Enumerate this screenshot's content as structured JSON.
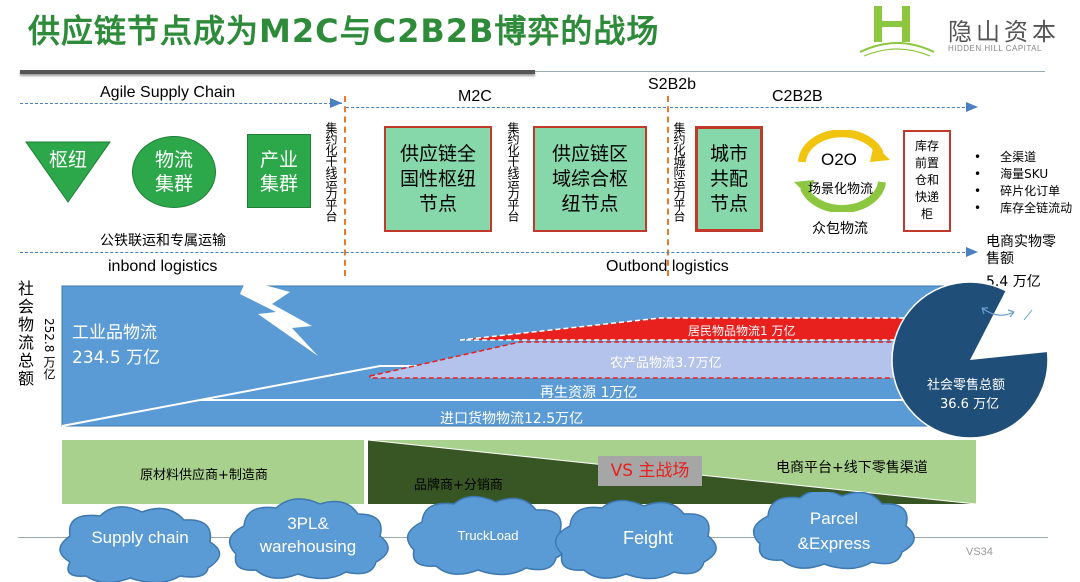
{
  "title": "供应链节点成为M2C与C2B2B博弈的战场",
  "logo": {
    "cn": "隐山资本",
    "en": "HIDDEN HILL CAPITAL"
  },
  "sections": {
    "agile": "Agile Supply Chain",
    "m2c": "M2C",
    "s2b2b": "S2B2b",
    "c2b2b": "C2B2B"
  },
  "nodes": {
    "hub": "枢纽",
    "cluster": "物流集群",
    "industry": "产业集群",
    "trunk1": "集约化干线运力平台",
    "national_hub": "供应链全国性枢纽节点",
    "trunk2": "集约化干线运力平台",
    "regional_hub": "供应链区域综合枢纽节点",
    "intercity": "集约化城际运力平台",
    "city_dist": "城市共配节点",
    "o2o": "O2O",
    "scene": "场景化物流",
    "crowd": "众包物流",
    "locker": "库存前置仓和快递柜"
  },
  "rail_road": "公铁联运和专属运输",
  "inbound": "inbond logistics",
  "outbound": "Outbond logistics",
  "bullets": [
    "全渠道",
    "海量SKU",
    "碎片化订单",
    "库存全链流动"
  ],
  "ecommerce": "电商实物零售额",
  "ecommerce_value": "5.4 万亿",
  "total_label": "社会物流总额",
  "total_value": "252.8 万亿",
  "industrial": "工业品物流",
  "industrial_value": "234.5 万亿",
  "flows": {
    "resident": "居民物品物流1 万亿",
    "agri": "农产品物流3.7万亿",
    "recycle": "再生资源 1万亿",
    "import": "进口货物物流12.5万亿"
  },
  "retail": "社会零售总额",
  "retail_value": "36.6 万亿",
  "channels": {
    "raw": "原材料供应商+制造商",
    "brand": "品牌商+分销商",
    "vs": "VS 主战场",
    "ecom": "电商平台+线下零售渠道"
  },
  "clouds": {
    "supply": "Supply chain",
    "threepl_1": "3PL&",
    "threepl_2": "warehousing",
    "truckload": "TruckLoad",
    "feight": "Feight",
    "parcel_1": "Parcel",
    "parcel_2": "&Express"
  },
  "page_no": "VS34",
  "colors": {
    "title_green": "#2e8b3a",
    "blue": "#5b9bd5",
    "dark_navy": "#1f4e79",
    "green_node": "#2ca84a",
    "light_green": "#86d7aa",
    "red": "#e8201e",
    "lavender": "#a5b4e0",
    "band_green": "#a9d18e",
    "dark_green": "#375623",
    "cloud_blue": "#5b9bd5"
  }
}
